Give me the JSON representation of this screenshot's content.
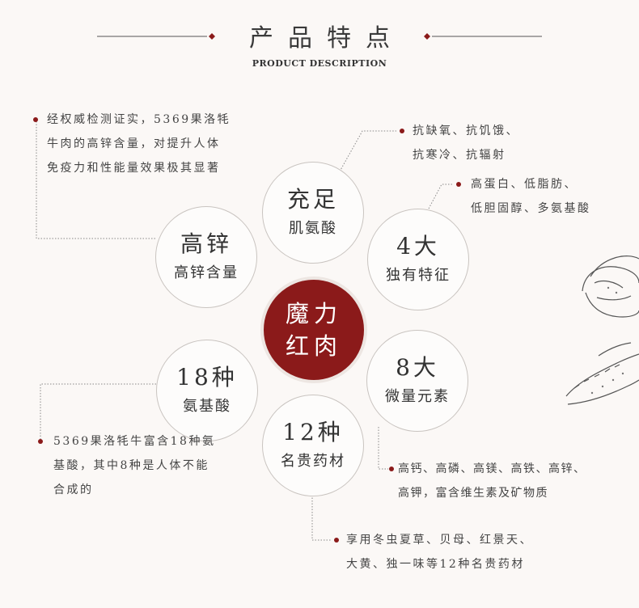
{
  "header": {
    "title": "产品特点",
    "subtitle": "PRODUCT DESCRIPTION"
  },
  "center": {
    "line1": "魔力",
    "line2": "红肉"
  },
  "circles": {
    "zinc": {
      "big": "高锌",
      "small": "高锌含量"
    },
    "chongzu": {
      "big": "充足",
      "small": "肌氨酸"
    },
    "four": {
      "big": "4大",
      "small": "独有特征"
    },
    "eight": {
      "big": "8大",
      "small": "微量元素"
    },
    "twelve": {
      "big": "12种",
      "small": "名贵药材"
    },
    "eighteen": {
      "big": "18种",
      "small": "氨基酸"
    }
  },
  "descriptions": {
    "zinc": [
      "经权威检测证实，5369果洛牦",
      "牛肉的高锌含量，对提升人体",
      "免疫力和性能量效果极其显著"
    ],
    "chongzu": [
      "抗缺氧、抗饥饿、",
      "抗寒冷、抗辐射"
    ],
    "four": [
      "高蛋白、低脂肪、",
      "低胆固醇、多氨基酸"
    ],
    "eight": [
      "高钙、高磷、高镁、高铁、高锌、",
      "高钾，富含维生素及矿物质"
    ],
    "twelve": [
      "享用冬虫夏草、贝母、红景天、",
      "大黄、独一味等12种名贵药材"
    ],
    "eighteen": [
      "5369果洛牦牛富含18种氨",
      "基酸，其中8种是人体不能",
      "合成的"
    ]
  },
  "colors": {
    "accent": "#8b1a1a",
    "text": "#3a3a3a",
    "background": "#fbf8f6"
  }
}
